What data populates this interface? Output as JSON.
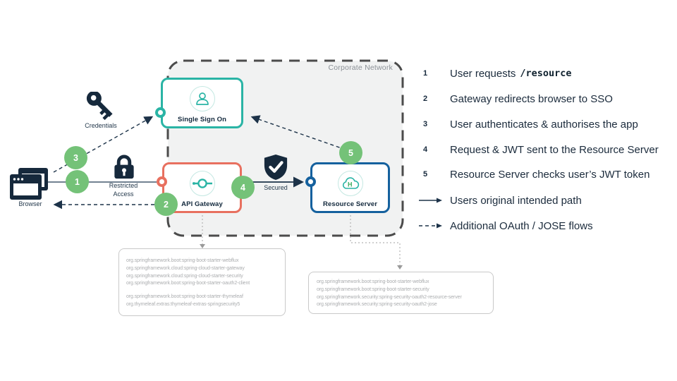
{
  "network": {
    "label": "Corporate Network"
  },
  "nodes": {
    "browser": {
      "label": "Browser"
    },
    "credentials": {
      "label": "Credentials"
    },
    "restricted_access": {
      "label": "Restricted Access"
    },
    "secured": {
      "label": "Secured"
    },
    "sso": {
      "label": "Single Sign On"
    },
    "api_gateway": {
      "label": "API Gateway"
    },
    "resource_server": {
      "label": "Resource Server"
    }
  },
  "flow_markers": [
    "1",
    "2",
    "3",
    "4",
    "5"
  ],
  "legend": {
    "items": [
      {
        "num": "1",
        "text": "User requests",
        "code": "/resource"
      },
      {
        "num": "2",
        "text": "Gateway redirects browser to SSO"
      },
      {
        "num": "3",
        "text": "User authenticates & authorises the app"
      },
      {
        "num": "4",
        "text": "Request & JWT sent to the Resource Server"
      },
      {
        "num": "5",
        "text": "Resource Server checks user’s JWT token"
      },
      {
        "icon": "solid-arrow",
        "text": "Users original intended path"
      },
      {
        "icon": "dashed-arrow",
        "text": "Additional OAuth / JOSE flows"
      }
    ]
  },
  "dependencies": {
    "gateway": {
      "group1": [
        "org.springframework.boot:spring-boot-starter-webflux",
        "org.springframework.cloud:spring-cloud-starter-gateway",
        "org.springframework.cloud:spring-cloud-starter-security",
        "org.springframework.boot:spring-boot-starter-oauth2-client"
      ],
      "group2": [
        "org.springframework.boot:spring-boot-starter-thymeleaf",
        "org.thymeleaf.extras:thymeleaf-extras-springsecurity5"
      ]
    },
    "resource_server": {
      "group1": [
        "org.springframework.boot:spring-boot-starter-webflux",
        "org.springframework.boot:spring-boot-starter-security",
        "org.springframework.security:spring-security-oauth2-resource-server",
        "org.springframework.security:spring-security-oauth2-jose"
      ]
    }
  },
  "colors": {
    "teal": "#2ab4a5",
    "coral": "#e8705f",
    "blue": "#15619e",
    "green_step": "#74c278",
    "navy": "#16293c",
    "panel_fill": "#f1f2f2",
    "panel_border": "#4b4b4b",
    "muted_gray": "#8b9096",
    "dependency_text": "#abadaf"
  }
}
